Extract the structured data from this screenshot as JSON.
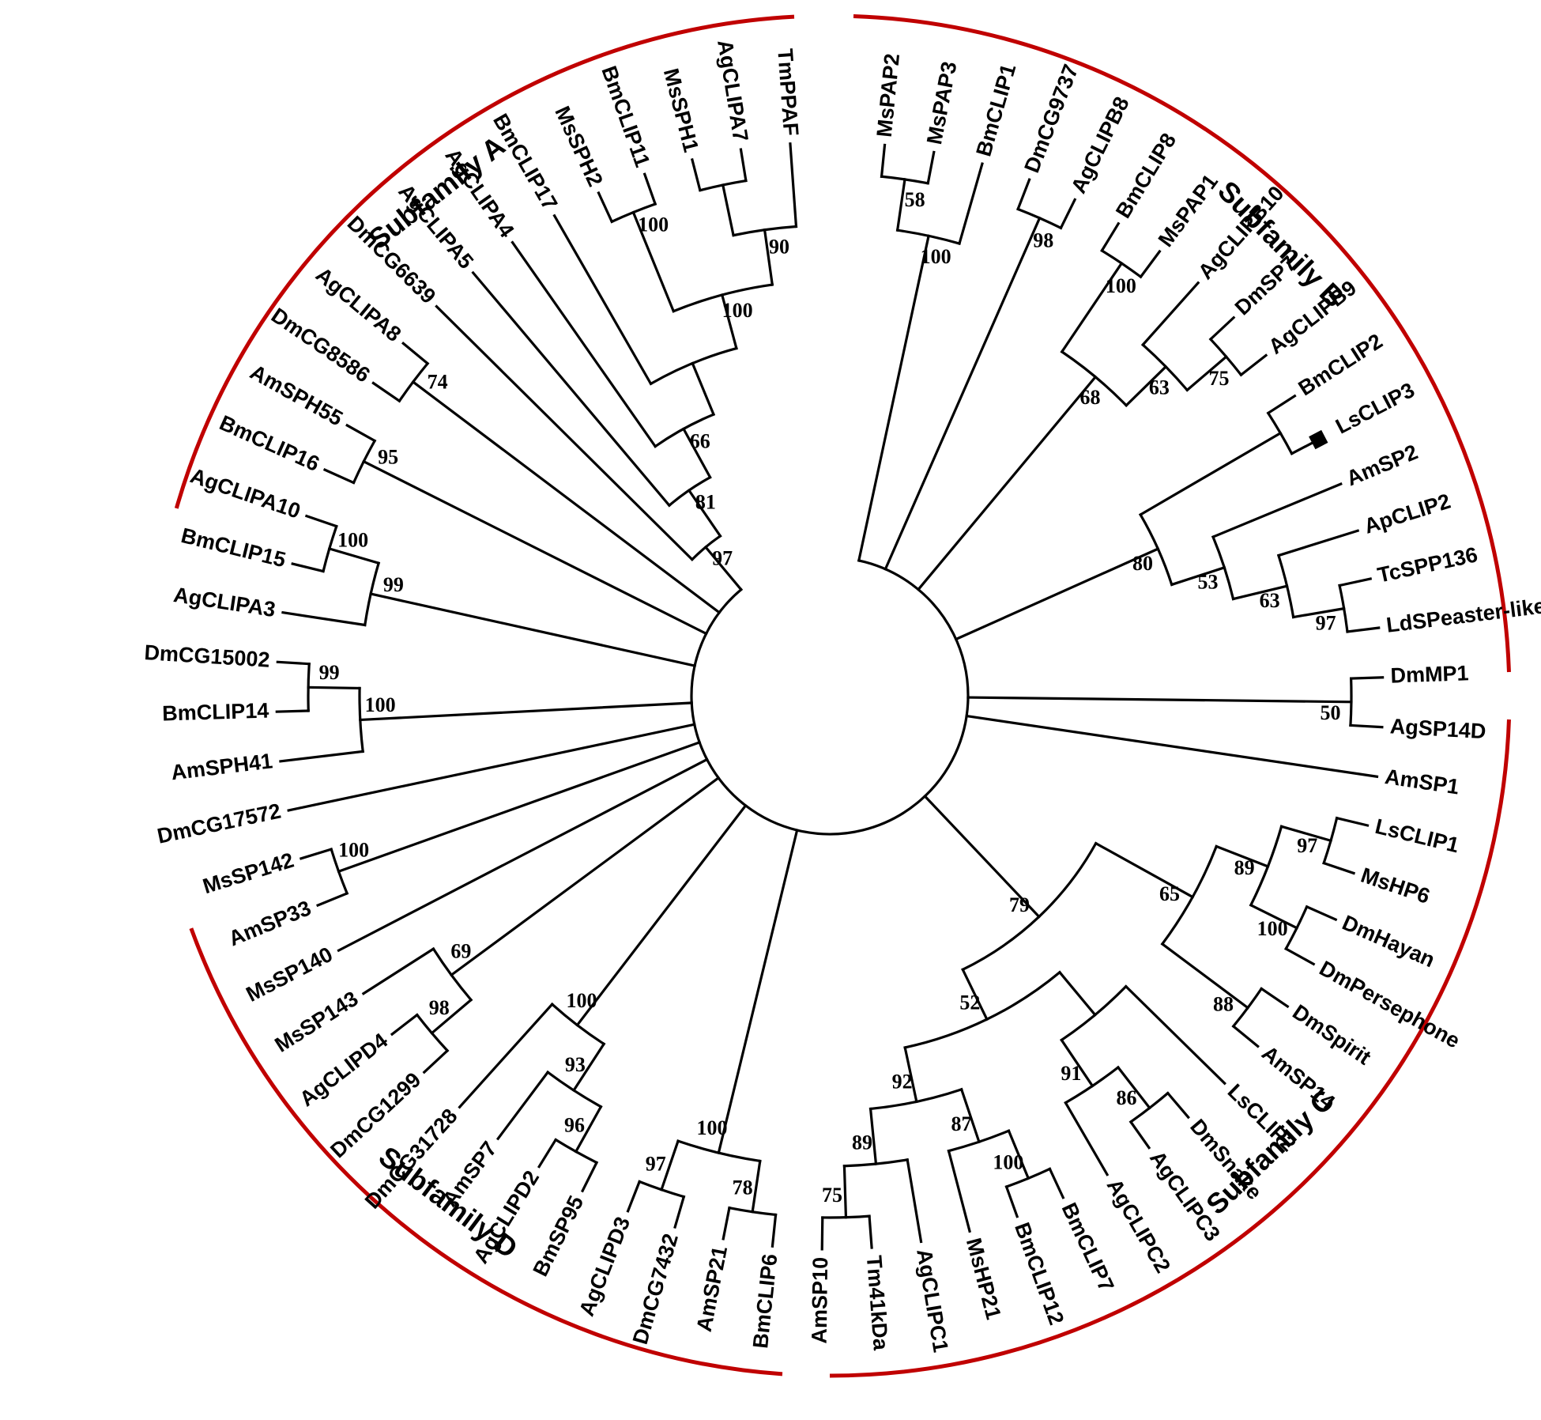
{
  "colors": {
    "arc": "#c00000",
    "branch": "#000000",
    "text": "#000000"
  },
  "subfamilies": [
    {
      "id": "A",
      "label": "Subfamily A"
    },
    {
      "id": "B",
      "label": "Subfamily B"
    },
    {
      "id": "C",
      "label": "Subfamily C"
    },
    {
      "id": "D",
      "label": "Subfamily D"
    }
  ],
  "marker": {
    "taxon": "LsCLIP3",
    "icon": "black-square-icon"
  },
  "taxa": [
    "MsPAP2",
    "MsPAP3",
    "BmCLIP1",
    "DmCG9737",
    "AgCLIPB8",
    "BmCLIP8",
    "MsPAP1",
    "AgCLIPB10",
    "DmSP7",
    "AgCLIPB9",
    "BmCLIP2",
    "LsCLIP3",
    "AmSP2",
    "ApCLIP2",
    "TcSPP136",
    "LdSPeaster-like",
    "DmMP1",
    "AgSP14D",
    "AmSP1",
    "LsCLIP1",
    "MsHP6",
    "DmHayan",
    "DmPersephone",
    "DmSpirit",
    "AmSP14",
    "LsCLIP2",
    "DmSnake",
    "AgCLIPC3",
    "AgCLIPC2",
    "BmCLIP7",
    "BmCLIP12",
    "MsHP21",
    "AgCLIPC1",
    "Tm41kDa",
    "AmSP10",
    "BmCLIP6",
    "AmSP21",
    "DmCG7432",
    "AgCLIPD3",
    "BmSP95",
    "AgCLIPD2",
    "AmSP7",
    "DmCG31728",
    "DmCG1299",
    "AgCLIPD4",
    "MsSP143",
    "MsSP140",
    "AmSP33",
    "MsSP142",
    "DmCG17572",
    "AmSPH41",
    "BmCLIP14",
    "DmCG15002",
    "AgCLIPA3",
    "BmCLIP15",
    "AgCLIPA10",
    "BmCLIP16",
    "AmSPH55",
    "DmCG8586",
    "AgCLIPA8",
    "DmCG6639",
    "AgCLIPA5",
    "AgCLIPA4",
    "BmCLIP17",
    "MsSPH2",
    "BmCLIP11",
    "MsSPH1",
    "AgCLIPA7",
    "TmPPAF"
  ],
  "tree": [
    [
      "MsPAP2",
      "MsPAP3",
      "58"
    ],
    [
      "c0",
      "BmCLIP1",
      "100"
    ],
    [
      "DmCG9737",
      "AgCLIPB8",
      "98"
    ],
    [
      "BmCLIP8",
      "MsPAP1",
      "100"
    ],
    [
      "DmSP7",
      "AgCLIPB9",
      "75"
    ],
    [
      "AgCLIPB10",
      "c4",
      "63"
    ],
    [
      "c3",
      "c5",
      "68"
    ],
    [
      "TcSPP136",
      "LdSPeaster-like",
      "97"
    ],
    [
      "ApCLIP2",
      "c7",
      "63"
    ],
    [
      "AmSP2",
      "c8",
      "53"
    ],
    [
      "BmCLIP2",
      "LsCLIP3",
      ""
    ],
    [
      "c10",
      "c9",
      "80"
    ],
    [
      "DmMP1",
      "AgSP14D",
      "50"
    ],
    [
      "LsCLIP1",
      "MsHP6",
      "97"
    ],
    [
      "DmHayan",
      "DmPersephone",
      "100"
    ],
    [
      "c13",
      "c14",
      "89"
    ],
    [
      "DmSpirit",
      "AmSP14",
      "88"
    ],
    [
      "c15",
      "c16",
      "65"
    ],
    [
      "AgCLIPC3",
      "DmSnake",
      "86"
    ],
    [
      "AgCLIPC2",
      "c18",
      "91"
    ],
    [
      "c19",
      "LsCLIP2",
      ""
    ],
    [
      "BmCLIP7",
      "BmCLIP12",
      "100"
    ],
    [
      "c21",
      "MsHP21",
      "87"
    ],
    [
      "AmSP10",
      "Tm41kDa",
      "75"
    ],
    [
      "c23",
      "AgCLIPC1",
      "89"
    ],
    [
      "c24",
      "c22",
      "92"
    ],
    [
      "c25",
      "c20",
      "52"
    ],
    [
      "c17",
      "c26",
      "79"
    ],
    [
      "AmSP21",
      "BmCLIP6",
      "78"
    ],
    [
      "AgCLIPD3",
      "DmCG7432",
      "97"
    ],
    [
      "c29",
      "c28",
      "100"
    ],
    [
      "AgCLIPD2",
      "BmSP95",
      "96"
    ],
    [
      "AmSP7",
      "c31",
      "93"
    ],
    [
      "DmCG31728",
      "c32",
      "100"
    ],
    [
      "AgCLIPD4",
      "DmCG1299",
      "98"
    ],
    [
      "MsSP143",
      "c34",
      "69"
    ],
    [
      "MsSP142",
      "AmSP33",
      "100"
    ],
    [
      "DmCG15002",
      "BmCLIP14",
      "99"
    ],
    [
      "c37",
      "AmSPH41",
      "100"
    ],
    [
      "AgCLIPA10",
      "BmCLIP15",
      "100"
    ],
    [
      "c39",
      "AgCLIPA3",
      "99"
    ],
    [
      "BmCLIP16",
      "AmSPH55",
      "95"
    ],
    [
      "DmCG8586",
      "AgCLIPA8",
      "74"
    ],
    [
      "MsSPH1",
      "AgCLIPA7",
      ""
    ],
    [
      "c43",
      "TmPPAF",
      "90"
    ],
    [
      "MsSPH2",
      "BmCLIP11",
      "100"
    ],
    [
      "c45",
      "c44",
      "100"
    ],
    [
      "BmCLIP17",
      "c46",
      ""
    ],
    [
      "c47",
      "AgCLIPA4",
      "66"
    ],
    [
      "c48",
      "AgCLIPA5",
      "81"
    ],
    [
      "c49",
      "DmCG6639",
      "97"
    ]
  ]
}
